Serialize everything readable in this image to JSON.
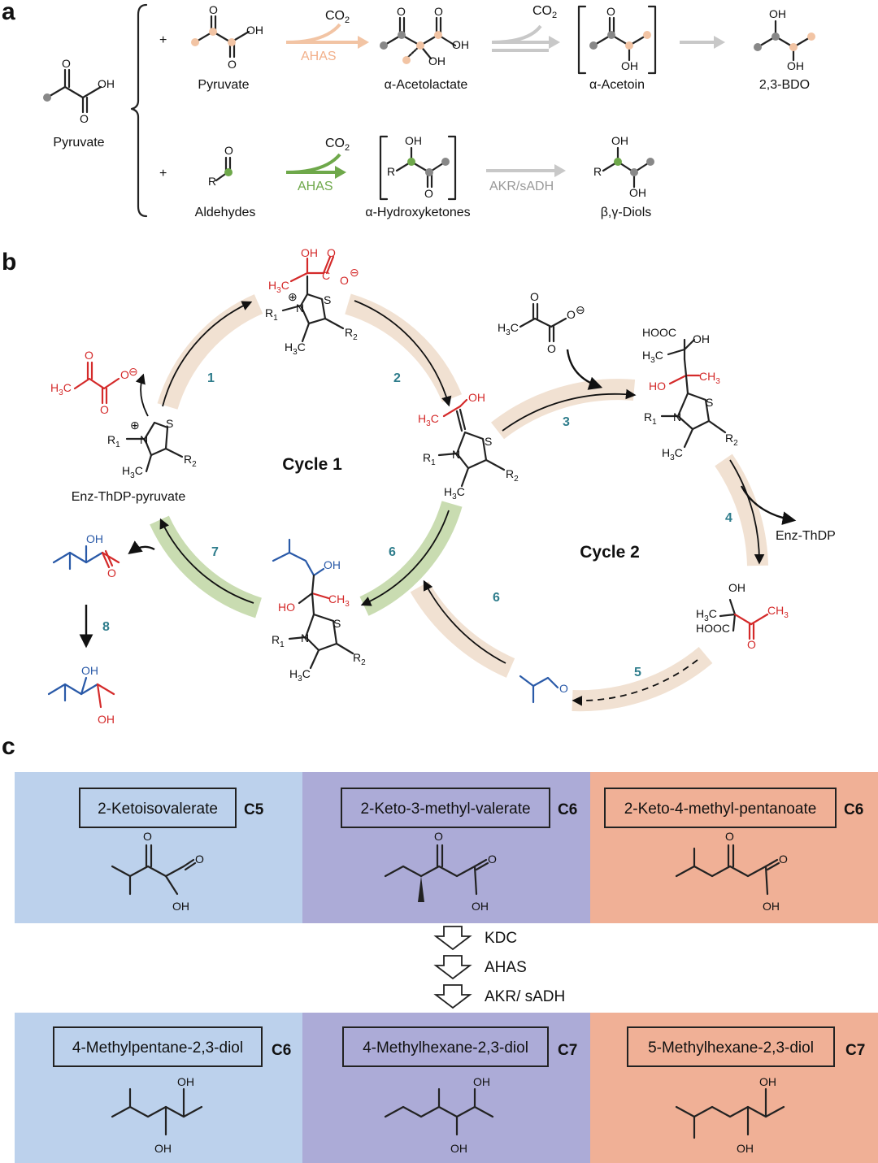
{
  "panels": {
    "a": "a",
    "b": "b",
    "c": "c"
  },
  "colors": {
    "peach": "#f2d4bd",
    "green_band": "#c9dcb1",
    "cycle_band": "#f1e1d2",
    "green_arrow": "#6ea84a",
    "grey_arrow": "#c8c8c8",
    "red": "#d42a2a",
    "blue": "#2a5aa8",
    "teal_steps": "#2f7d8c",
    "c_blue_bg": "#bcd1ec",
    "c_purple_bg": "#acabd7",
    "c_orange_bg": "#f0b096"
  },
  "panel_a": {
    "start": "Pyruvate",
    "row1": {
      "plus": "+",
      "reactant": "Pyruvate",
      "co2_a": "CO",
      "co2_sub": "2",
      "enzyme": "AHAS",
      "intermediate": "α-Acetolactate",
      "co2_b": "CO",
      "intermediate2": "α-Acetoin",
      "product": "2,3-BDO"
    },
    "row2": {
      "plus": "+",
      "reactant": "Aldehydes",
      "co2": "CO",
      "co2_sub": "2",
      "enzyme": "AHAS",
      "intermediate": "α-Hydroxyketones",
      "enzyme2": "AKR/sADH",
      "product": "β,γ-Diols"
    },
    "atoms": {
      "O": "O",
      "OH": "OH",
      "R": "R"
    }
  },
  "panel_b": {
    "cycle1": "Cycle 1",
    "cycle2": "Cycle 2",
    "enz_thdp_pyruvate": "Enz-ThDP-pyruvate",
    "enz_thdp": "Enz-ThDP",
    "steps": [
      "1",
      "2",
      "3",
      "4",
      "5",
      "6",
      "6",
      "7",
      "8"
    ],
    "atoms": {
      "S": "S",
      "N": "N",
      "O": "O",
      "OH": "OH",
      "HO": "HO",
      "HOOC": "HOOC",
      "R1": "R",
      "R1_sub": "1",
      "R2": "R",
      "R2_sub": "2",
      "H3C": "H",
      "CH3": "CH",
      "sub3": "3",
      "C": "C",
      "plus": "⊕",
      "minus": "⊖"
    }
  },
  "panel_c": {
    "top": [
      {
        "name": "2-Ketoisovalerate",
        "carbons": "C5"
      },
      {
        "name": "2-Keto-3-methyl-valerate",
        "carbons": "C6"
      },
      {
        "name": "2-Keto-4-methyl-pentanoate",
        "carbons": "C6"
      }
    ],
    "enzymes": [
      "KDC",
      "AHAS",
      "AKR/ sADH"
    ],
    "bottom": [
      {
        "name": "4-Methylpentane-2,3-diol",
        "carbons": "C6"
      },
      {
        "name": "4-Methylhexane-2,3-diol",
        "carbons": "C7"
      },
      {
        "name": "5-Methylhexane-2,3-diol",
        "carbons": "C7"
      }
    ],
    "atoms": {
      "O": "O",
      "OH": "OH"
    }
  }
}
